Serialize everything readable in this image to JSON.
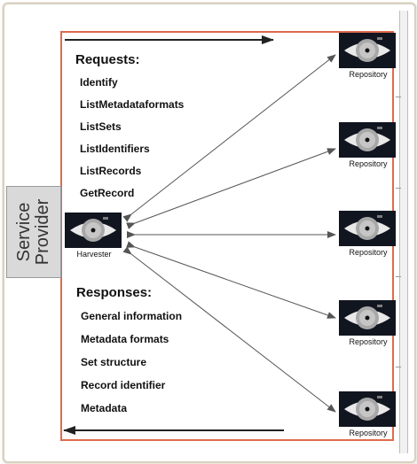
{
  "service_provider_label": [
    "Service",
    "Provider"
  ],
  "harvester": {
    "label": "Harvester",
    "icon": "disk-icon"
  },
  "repositories": [
    {
      "label": "Repository",
      "icon": "disk-icon"
    },
    {
      "label": "Repository",
      "icon": "disk-icon"
    },
    {
      "label": "Repository",
      "icon": "disk-icon"
    },
    {
      "label": "Repository",
      "icon": "disk-icon"
    },
    {
      "label": "Repository",
      "icon": "disk-icon"
    }
  ],
  "requests": {
    "heading": "Requests:",
    "items": [
      "Identify",
      "ListMetadataformats",
      "ListSets",
      "ListIdentifiers",
      "ListRecords",
      "GetRecord"
    ]
  },
  "responses": {
    "heading": "Responses:",
    "items": [
      "General information",
      "Metadata formats",
      "Set structure",
      "Record identifier",
      "Metadata"
    ]
  },
  "colors": {
    "box_border": "#e06a4c",
    "frame_border": "#d8d0c2",
    "provider_tab_fill": "#d9d9d9",
    "icon_background": "#11151f",
    "arrow": "#555555"
  }
}
